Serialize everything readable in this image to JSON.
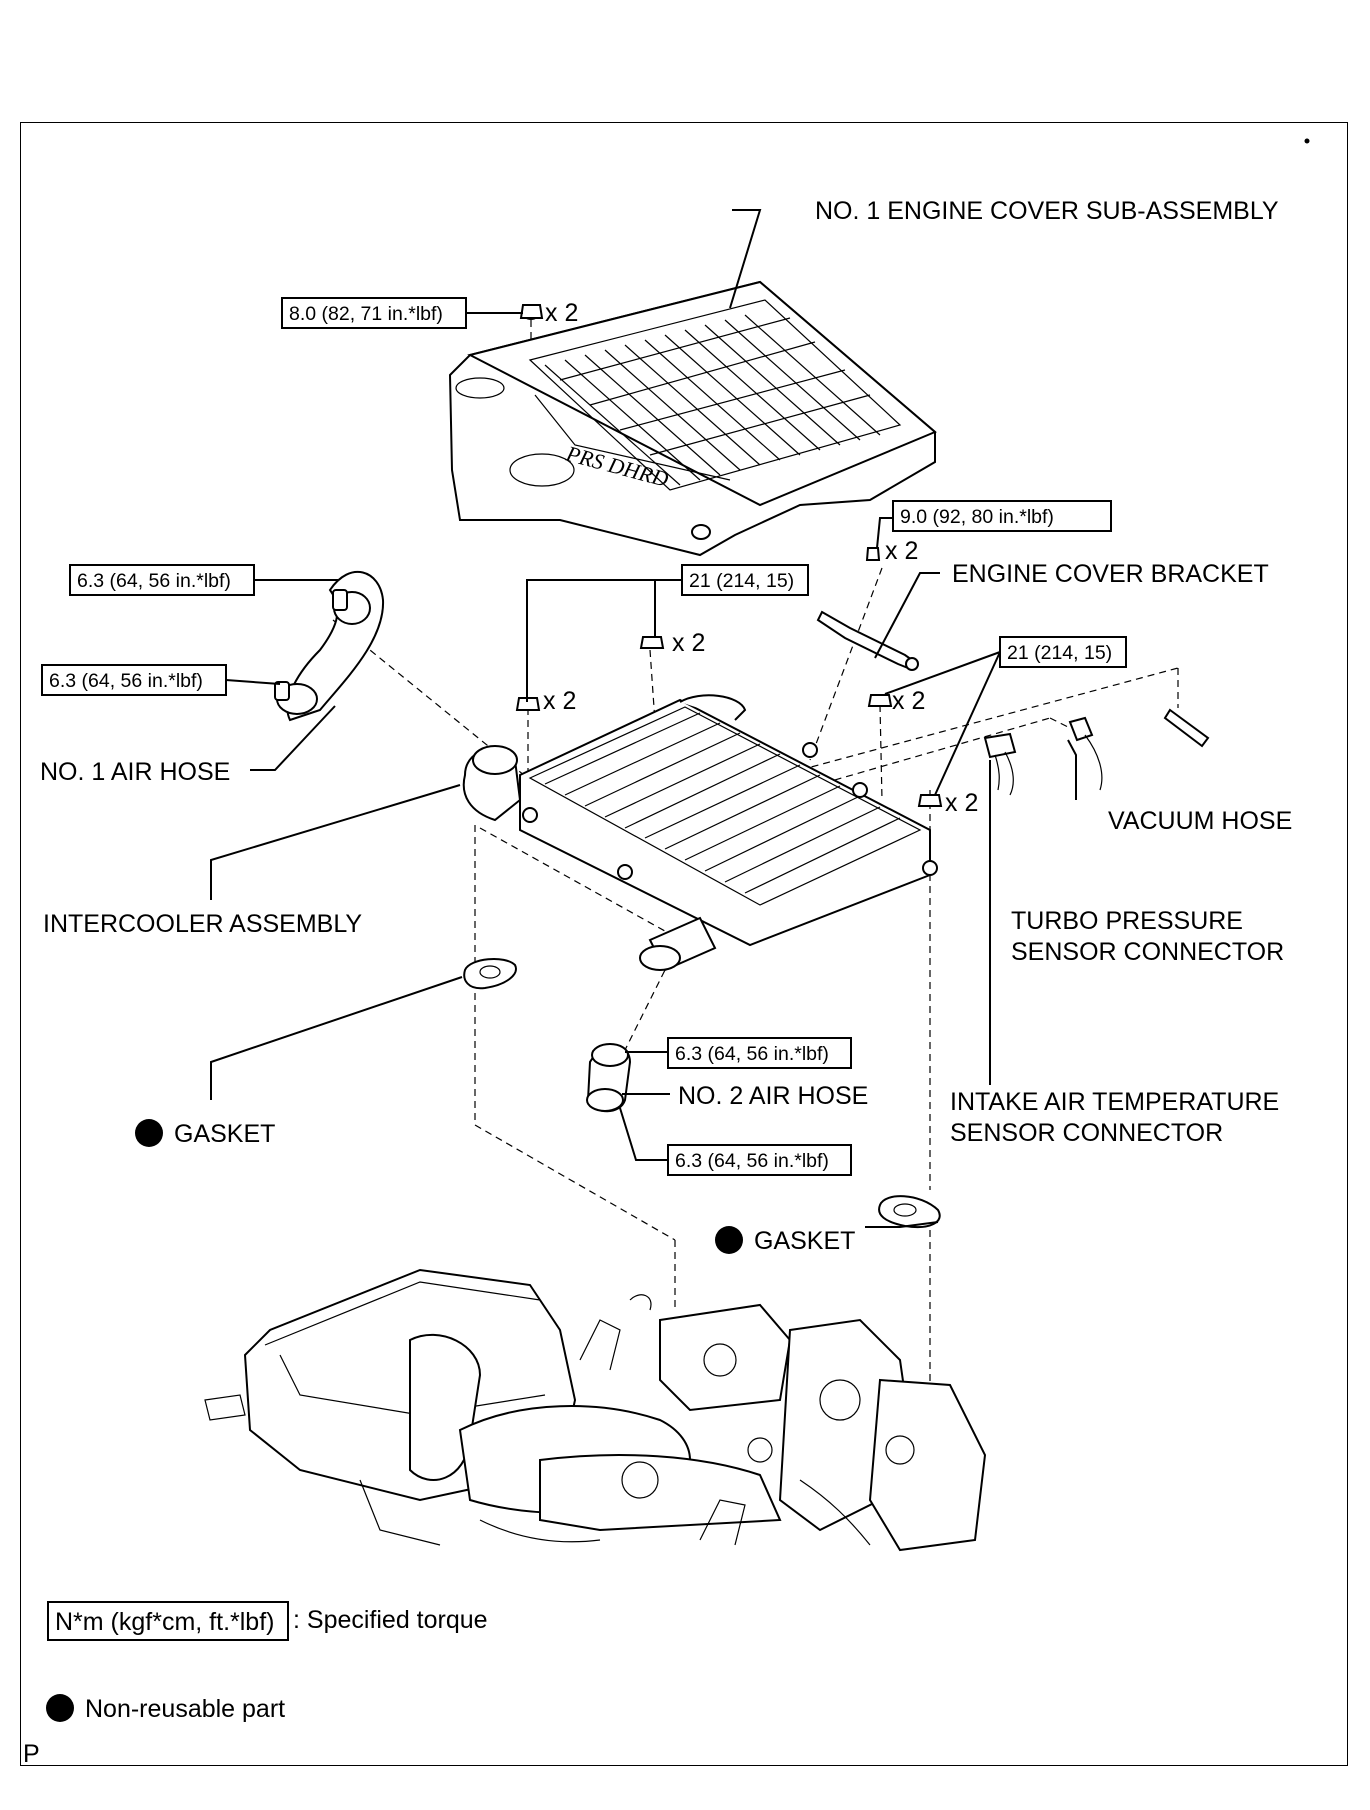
{
  "labels": {
    "engine_cover": "NO. 1 ENGINE COVER SUB-ASSEMBLY",
    "engine_cover_bracket": "ENGINE COVER BRACKET",
    "no1_air_hose": "NO. 1 AIR HOSE",
    "intercooler": "INTERCOOLER ASSEMBLY",
    "vacuum_hose": "VACUUM HOSE",
    "turbo_line1": "TURBO PRESSURE",
    "turbo_line2": "SENSOR CONNECTOR",
    "gasket_left": "GASKET",
    "no2_air_hose": "NO. 2 AIR HOSE",
    "intake_line1": "INTAKE AIR TEMPERATURE",
    "intake_line2": "SENSOR CONNECTOR",
    "gasket_right": "GASKET"
  },
  "torques": {
    "cover_nut": "8.0 (82, 71 in.*lbf)",
    "bracket_bolt": "9.0 (92, 80 in.*lbf)",
    "hose1_top": "6.3 (64, 56 in.*lbf)",
    "hose1_bottom": "6.3 (64, 56 in.*lbf)",
    "intercooler_nut_left": "21 (214, 15)",
    "intercooler_nut_right": "21 (214, 15)",
    "hose2_top": "6.3 (64, 56 in.*lbf)",
    "hose2_bottom": "6.3 (64, 56 in.*lbf)"
  },
  "quantities": {
    "cover_nut": "x 2",
    "bracket_bolt": "x 2",
    "nut_a": "x 2",
    "nut_b": "x 2",
    "nut_c": "x 2",
    "nut_d": "x 2"
  },
  "legend": {
    "torque_unit": "N*m (kgf*cm, ft.*lbf)",
    "torque_desc": ": Specified torque",
    "nonreusable_desc": "Non-reusable part"
  },
  "footer_code": "P"
}
